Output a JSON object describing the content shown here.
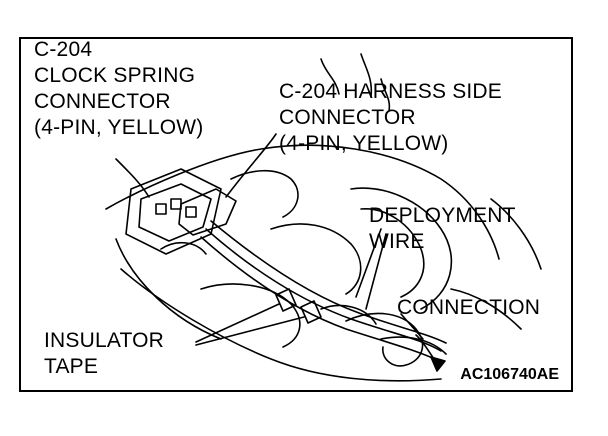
{
  "figure_code": "AC106740AE",
  "labels": {
    "clock_spring": [
      "C-204",
      "CLOCK SPRING",
      "CONNECTOR",
      "(4-PIN, YELLOW)"
    ],
    "harness_side": [
      "C-204 HARNESS SIDE",
      "CONNECTOR",
      "(4-PIN, YELLOW)"
    ],
    "deployment_wire": [
      "DEPLOYMENT",
      "WIRE"
    ],
    "connection": "CONNECTION",
    "insulator_tape": [
      "INSULATOR",
      "TAPE"
    ]
  }
}
